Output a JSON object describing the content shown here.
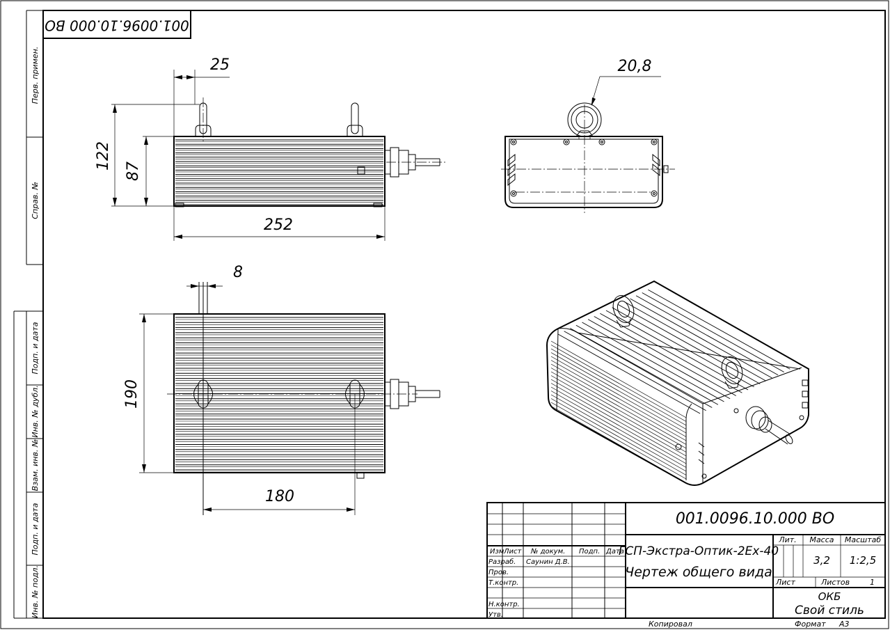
{
  "drawing": {
    "code": "001.0096.10.000 ВО",
    "code_rotated": "001.0096.10.000 ВО",
    "title_line1": "ГСП-Экстра-Оптик-2Ех-40",
    "title_line2": "Чертеж общего вида",
    "mass": "3,2",
    "scale": "1:2,5",
    "sheets_count": "1",
    "organization": "ОКБ",
    "company": "Свой стиль",
    "copied_by": "Копировал",
    "format_label": "Формат",
    "format_value": "А3"
  },
  "side_strip": {
    "labels": [
      "Перв. примен.",
      "Справ. №",
      "Подп. и дата",
      "Инв. № дубл.",
      "Взам. инв. №",
      "Подп. и дата",
      "Инв. № подл."
    ]
  },
  "title_block": {
    "headers": {
      "change": "Изм",
      "sheet": "Лист",
      "doc_no": "№ докум.",
      "sign": "Подп.",
      "date": "Дата"
    },
    "rows": [
      {
        "role": "Разраб.",
        "name": "Саунин Д.В."
      },
      {
        "role": "Пров.",
        "name": ""
      },
      {
        "role": "Т.контр.",
        "name": ""
      },
      {
        "role": "Н.контр.",
        "name": ""
      },
      {
        "role": "Утв.",
        "name": ""
      }
    ],
    "lit_label": "Лит.",
    "mass_label": "Масса",
    "scale_label": "Масштаб",
    "sheet_label": "Лист",
    "sheets_label": "Листов"
  },
  "dimensions": {
    "front_width": "252",
    "front_height_total": "122",
    "front_height_body": "87",
    "lug_offset": "25",
    "eye_diameter": "20,8",
    "top_height": "190",
    "top_lug_spacing": "180",
    "top_slot_width": "8"
  }
}
